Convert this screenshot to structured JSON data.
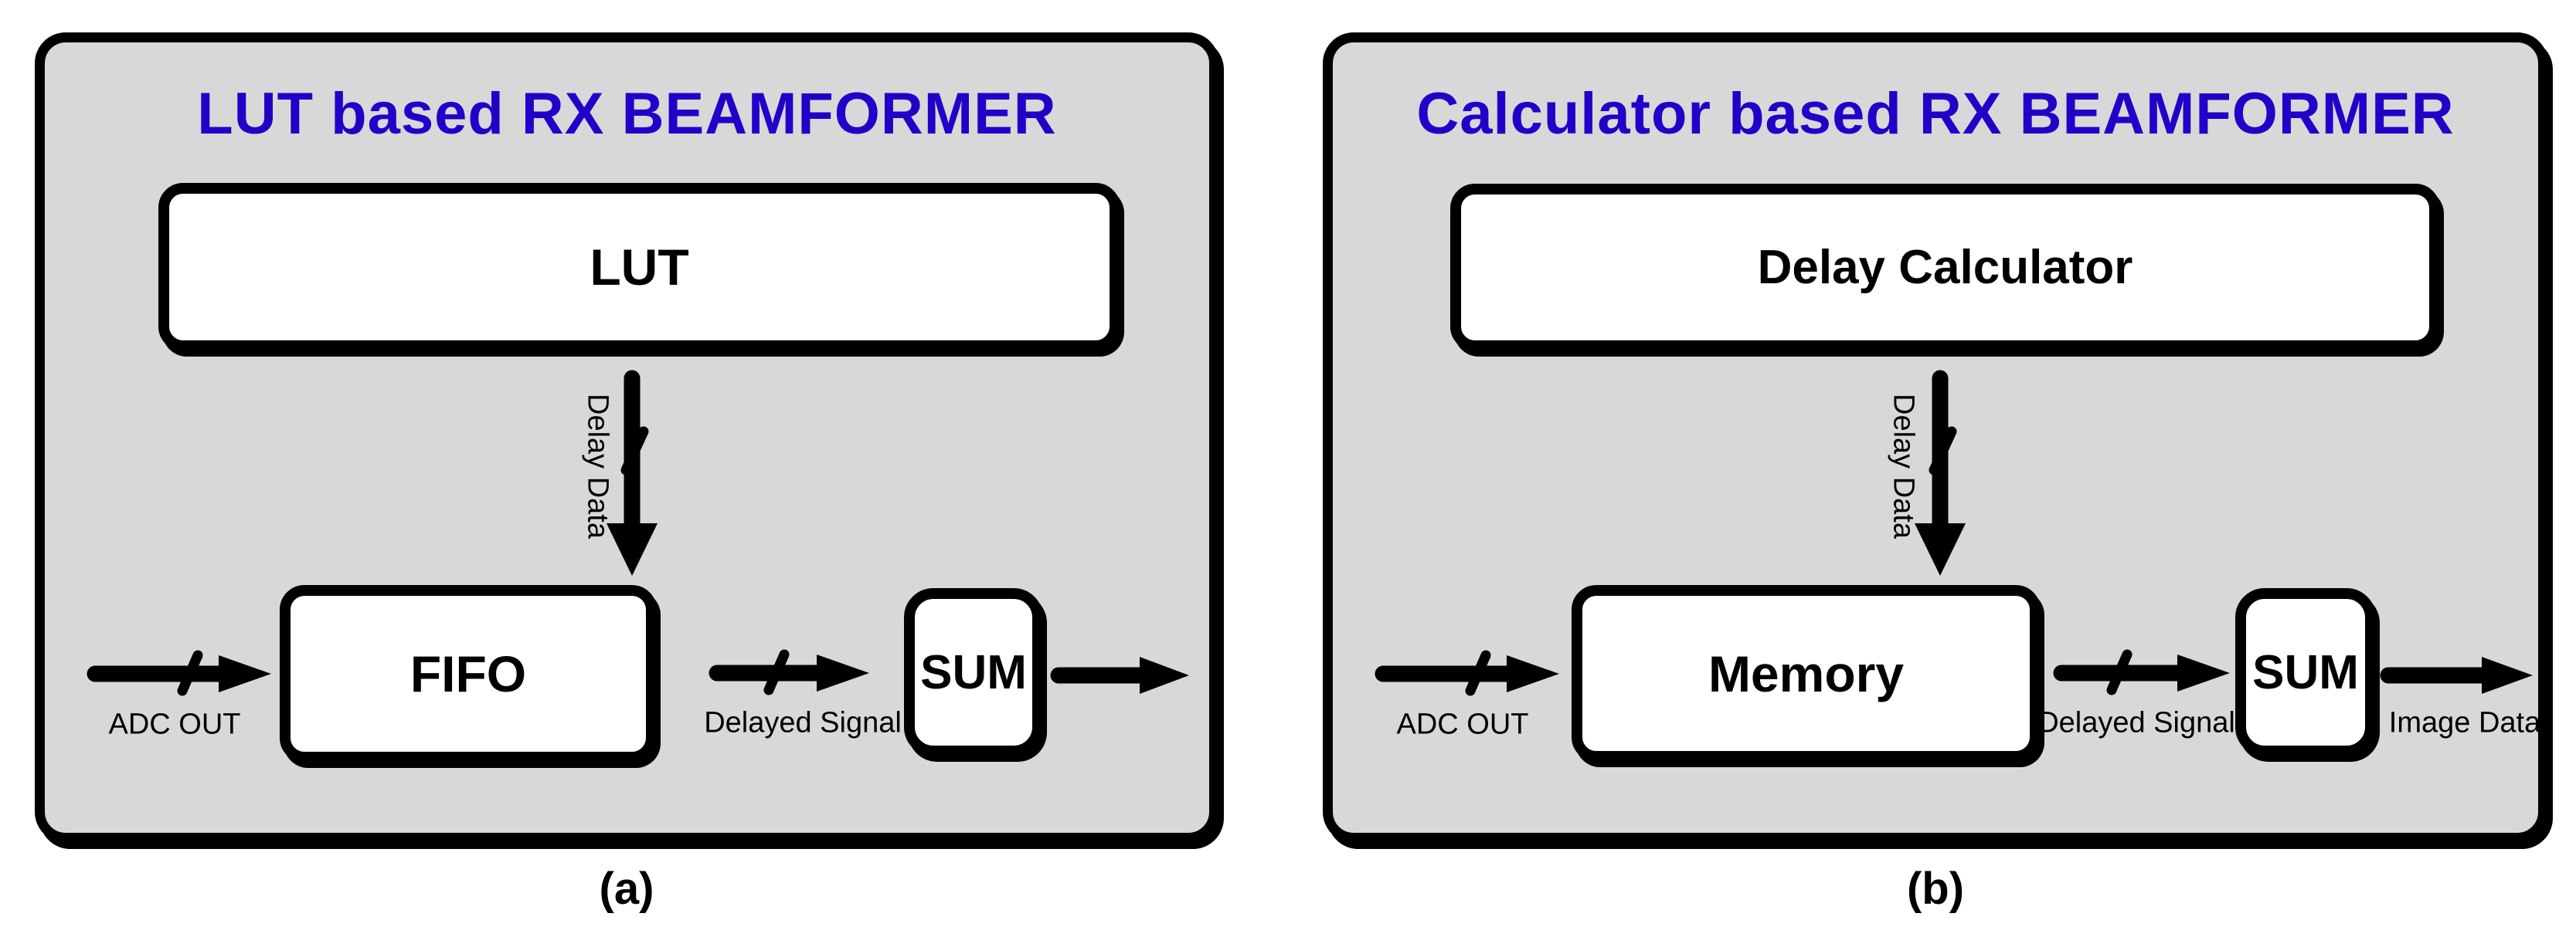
{
  "colors": {
    "title_blue": "#2200c8",
    "panel_fill": "#d8d8d8",
    "ink": "#000000"
  },
  "panels": [
    {
      "title": "LUT based RX BEAMFORMER",
      "caption": "(a)",
      "blocks": {
        "top": "LUT",
        "mid": "FIFO",
        "sum": "SUM"
      },
      "labels": {
        "delay_bus": "Delay Data",
        "input": "ADC OUT",
        "delayed": "Delayed Signal"
      }
    },
    {
      "title": "Calculator based RX BEAMFORMER",
      "caption": "(b)",
      "blocks": {
        "top": "Delay Calculator",
        "mid": "Memory",
        "sum": "SUM"
      },
      "labels": {
        "delay_bus": "Delay Data",
        "input": "ADC OUT",
        "delayed": "Delayed Signal",
        "output": "Image Data"
      }
    }
  ]
}
